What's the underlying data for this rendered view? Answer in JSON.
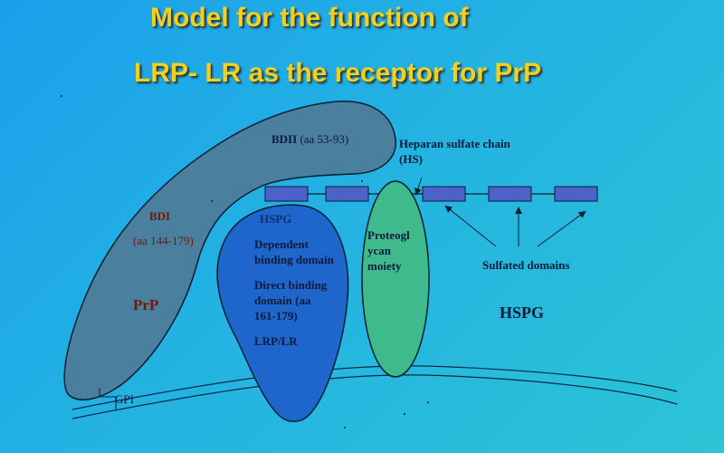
{
  "title": {
    "line1": "Model for the function of",
    "line2": "LRP- LR as the receptor for PrP"
  },
  "labels": {
    "bdii": "BDII",
    "bdii_range": "(aa 53-93)",
    "bdi": "BDI",
    "bdi_range": "(aa 144-179)",
    "prp": "PrP",
    "gpi": "GPI",
    "heparan_line1": "Heparan sulfate chain",
    "heparan_line2": "(HS)",
    "hspg_small": "HSPG",
    "dependent_line1": "Dependent",
    "dependent_line2": "binding domain",
    "direct_line1": "Direct binding",
    "direct_line2": "domain (aa",
    "direct_line3": "161-179)",
    "lrp_lr": "LRP/LR",
    "proteo_line1": "Proteogl",
    "proteo_line2": "ycan",
    "proteo_line3": "moiety",
    "sulfated": "Sulfated domains",
    "hspg_big": "HSPG"
  },
  "colors": {
    "title": "#f0d020",
    "prp_shape": "#4a7f9e",
    "lrp_shape": "#1f66cc",
    "proteoglycan_shape": "#3fba8c",
    "sulfated_box": "#4c62c8",
    "dark_text": "#0a1a3a",
    "red_text": "#6e1a08"
  }
}
